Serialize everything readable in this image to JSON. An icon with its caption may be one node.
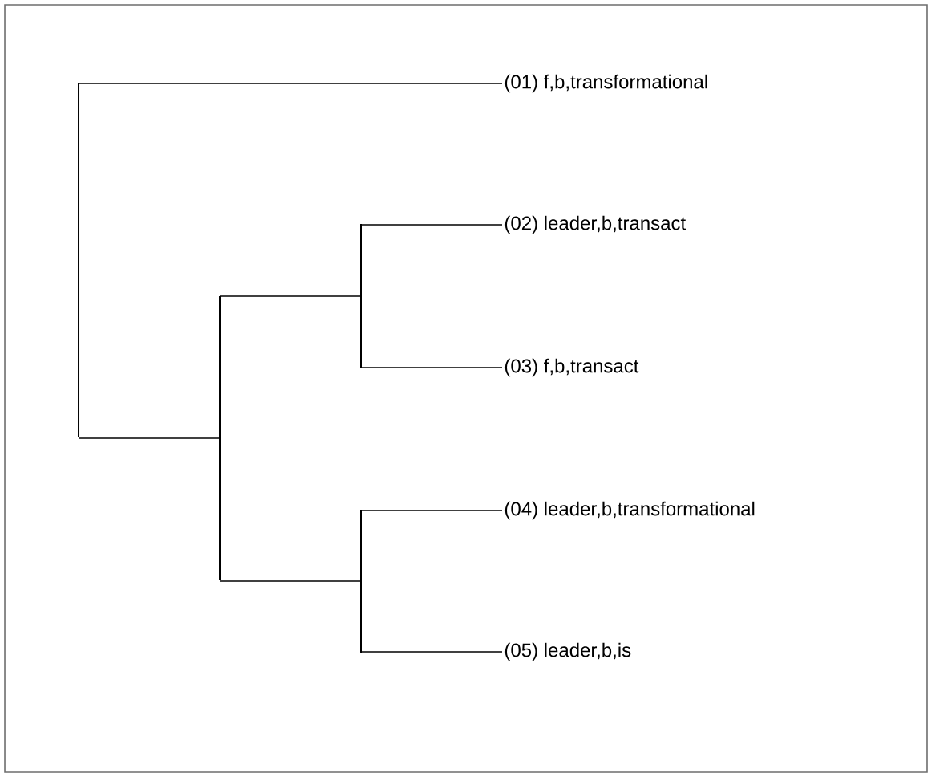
{
  "diagram": {
    "nodes": [
      {
        "text": [
          "(01) f,b,transformational"
        ]
      },
      {
        "text": [
          "(02) leader,b,transact"
        ]
      },
      {
        "text": [
          "(03) f,b,transact"
        ]
      },
      {
        "text": [
          "(04) leader,b,transformational"
        ]
      },
      {
        "text": [
          "(05) leader,b,is"
        ]
      },
      {
        "text": [],
        "shape": "bar"
      },
      {
        "text": [],
        "shape": "bar"
      },
      {
        "text": [],
        "shape": "bar"
      },
      {
        "text": [],
        "shape": "bar"
      }
    ],
    "edges": [
      {
        "from": 5,
        "to": 0,
        "arrow": "none"
      },
      {
        "from": 5,
        "to": 6,
        "arrow": "none"
      },
      {
        "from": 6,
        "to": 7,
        "arrow": "none"
      },
      {
        "from": 6,
        "to": 8,
        "arrow": "none"
      },
      {
        "from": 7,
        "to": 1,
        "arrow": "none"
      },
      {
        "from": 7,
        "to": 2,
        "arrow": "none"
      },
      {
        "from": 8,
        "to": 3,
        "arrow": "none"
      },
      {
        "from": 8,
        "to": 4,
        "arrow": "none"
      }
    ]
  }
}
